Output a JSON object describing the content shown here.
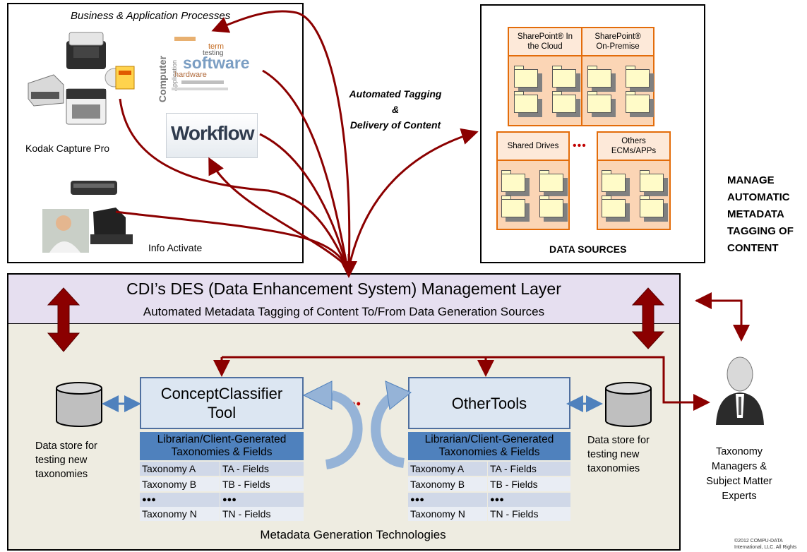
{
  "top_left_panel": {
    "title": "Business & Application Processes",
    "kodak_label": "Kodak Capture Pro",
    "info_label": "Info Activate",
    "workflow_label": "Workflow",
    "wordcloud_words": [
      "software",
      "Computer",
      "hardware",
      "term",
      "testing",
      "Application"
    ]
  },
  "center_annotation": {
    "line1": "Automated Tagging",
    "line2": "&",
    "line3": "Delivery of Content"
  },
  "data_sources": {
    "caption": "DATA SOURCES",
    "tiles": [
      {
        "label": "SharePoint® In the Cloud"
      },
      {
        "label": "SharePoint® On-Premise"
      },
      {
        "label": "Shared Drives"
      },
      {
        "label": "Others ECMs/APPs"
      }
    ],
    "ellipsis": "•••"
  },
  "manage_heading": {
    "lines": [
      "MANAGE",
      "AUTOMATIC",
      "METADATA",
      "TAGGING OF",
      "CONTENT"
    ]
  },
  "management_layer": {
    "title": "CDI’s DES (Data Enhancement System) Management Layer",
    "subtitle": "Automated Metadata Tagging of Content To/From Data Generation Sources"
  },
  "tools": [
    {
      "name": "ConceptClassifier Tool"
    },
    {
      "name": "OtherTools"
    }
  ],
  "tools_ellipsis": "•••",
  "taxonomy_table": {
    "header": "Librarian/Client-Generated Taxonomies & Fields",
    "rows": [
      [
        "Taxonomy A",
        "TA - Fields"
      ],
      [
        "Taxonomy B",
        "TB - Fields"
      ],
      [
        "●●●",
        "●●●"
      ],
      [
        "Taxonomy N",
        "TN - Fields"
      ]
    ]
  },
  "data_store_label": "Data store for testing new taxonomies",
  "bottom_caption": "Metadata Generation Technologies",
  "experts_label": "Taxonomy Managers & Subject Matter Experts",
  "copyright": "©2012 COMPU-DATA International, LLC. All Rights",
  "colors": {
    "arrow_red": "#8b0000",
    "layer_purple": "#e6dff0",
    "lower_panel": "#eeece1",
    "tool_blue": "#dce6f2",
    "header_blue": "#4f81bd",
    "orange": "#e36c0a"
  }
}
